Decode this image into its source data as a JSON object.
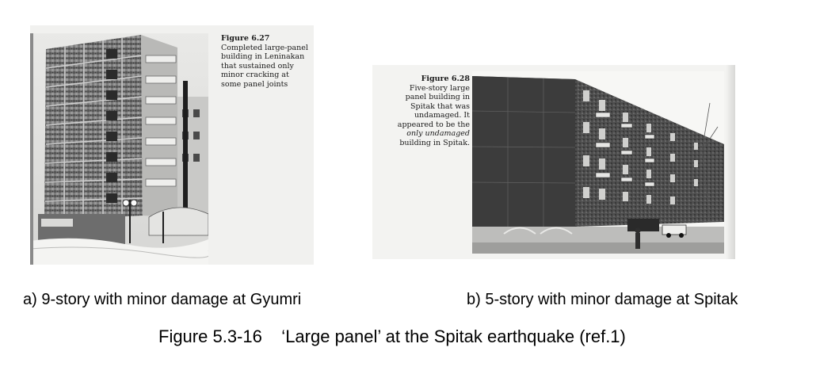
{
  "figure_a": {
    "caption_number": "Figure 6.27",
    "caption_lines": [
      "Completed large-panel",
      "building in Leninakan",
      "that sustained only",
      "minor cracking at",
      "some panel joints"
    ],
    "photo": "nine-story large-panel building photo"
  },
  "figure_b": {
    "caption_number": "Figure 6.28",
    "caption_lines": [
      "Five-story large",
      "panel building in",
      "Spitak that was",
      "undamaged. It",
      "appeared to be the",
      "only undamaged",
      "building in Spitak."
    ],
    "photo": "five-story large-panel building photo"
  },
  "sub_captions": {
    "a": "a) 9-story with minor damage at Gyumri",
    "b": "b) 5-story with minor damage at Spitak"
  },
  "main_caption": "Figure 5.3-16    ‘Large panel’ at the Spitak earthquake (ref.1)"
}
